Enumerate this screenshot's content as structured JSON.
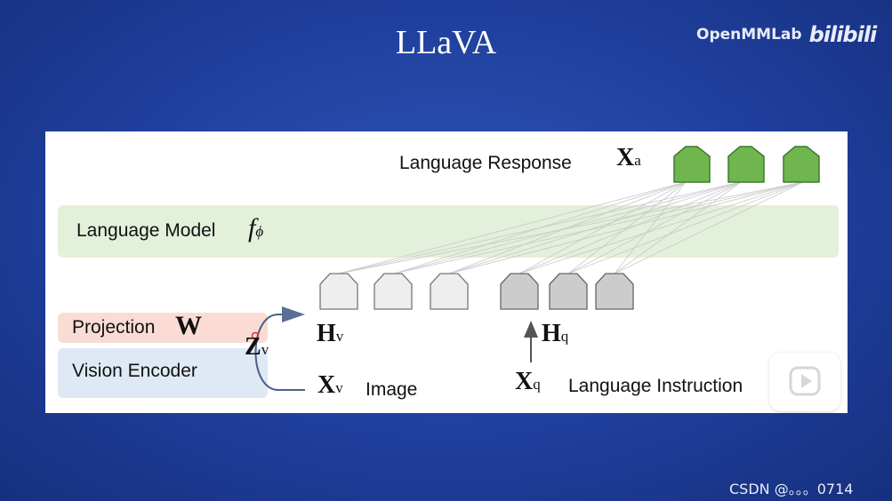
{
  "slide": {
    "title": "LLaVA"
  },
  "brand": {
    "name": "OpenMMLab",
    "platform": "bilibili"
  },
  "diagram": {
    "language_response": "Language Response",
    "xa_main": "X",
    "xa_sub": "a",
    "language_model": "Language Model",
    "f_main": "f",
    "f_sub": "ϕ",
    "projection": "Projection",
    "w_symbol": "W",
    "vision_encoder": "Vision Encoder",
    "zv_main": "Z",
    "zv_sub": "v",
    "hv_main": "H",
    "hv_sub": "v",
    "hq_main": "H",
    "hq_sub": "q",
    "xv_main": "X",
    "xv_sub": "v",
    "image": "Image",
    "xq_main": "X",
    "xq_sub": "q",
    "language_instruction": "Language Instruction",
    "colors": {
      "output_token": "#6fb64e",
      "visual_token": "#eeeeee",
      "text_token": "#cccccc",
      "lm_band": "#e3f0da",
      "projection_band": "#fadcd5",
      "encoder_band": "#dfe9f6"
    }
  },
  "overlay": {
    "play_icon": "play-icon"
  },
  "watermark": "CSDN @。。。0714"
}
